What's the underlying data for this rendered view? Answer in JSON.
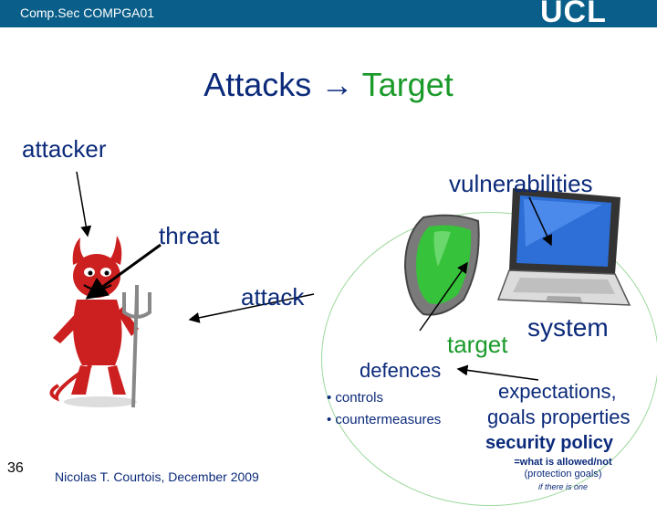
{
  "header": {
    "course": "Comp.Sec COMPGA01",
    "logo": "UCL"
  },
  "title": {
    "part1": "Attacks",
    "arrow": "→",
    "part2": "Target"
  },
  "labels": {
    "attacker": "attacker",
    "vulnerabilities": "vulnerabilities",
    "threat": "threat",
    "attack": "attack",
    "system": "system",
    "target": "target",
    "defences": "defences"
  },
  "defences_list": [
    "• controls",
    "• countermeasures"
  ],
  "expectations": {
    "line1": "expectations,",
    "line2": "goals properties",
    "policy": "security policy",
    "note1": "=what is allowed/not",
    "note2": "(protection goals)",
    "note3": "if there is one"
  },
  "footer": {
    "slide_number": "36",
    "author": "Nicolas T. Courtois, December 2009"
  },
  "colors": {
    "header": "#0a5e8a",
    "text": "#0b2a7a",
    "accent_green": "#1a9a2a",
    "devil_red": "#cc1f1f"
  },
  "icons": [
    "devil-icon",
    "shield-icon",
    "laptop-icon"
  ]
}
